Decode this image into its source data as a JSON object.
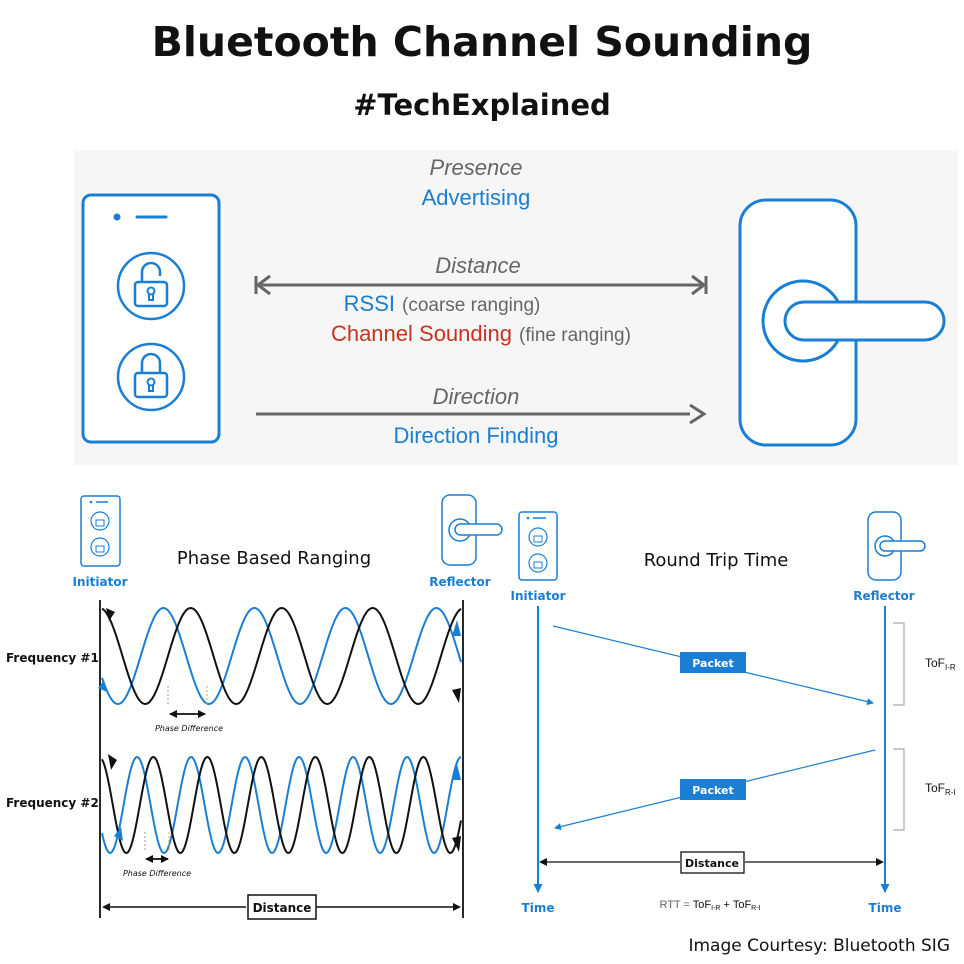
{
  "title": "Bluetooth Channel Sounding",
  "subtitle": "#TechExplained",
  "overview": {
    "presence_label": "Presence",
    "advertising_label": "Advertising",
    "distance_label": "Distance",
    "rssi_label": "RSSI",
    "rssi_note": "(coarse ranging)",
    "cs_label": "Channel Sounding",
    "cs_note": "(fine ranging)",
    "direction_label": "Direction",
    "direction_finding_label": "Direction Finding"
  },
  "phase_ranging": {
    "title": "Phase Based Ranging",
    "initiator_label": "Initiator",
    "reflector_label": "Reflector",
    "freq1_label": "Frequency #1",
    "freq2_label": "Frequency #2",
    "phase_diff_label": "Phase Difference",
    "distance_label": "Distance"
  },
  "round_trip": {
    "title": "Round Trip Time",
    "initiator_label": "Initiator",
    "reflector_label": "Reflector",
    "packet_label": "Packet",
    "tof_ir_main": "ToF",
    "tof_ir_sub": "I-R",
    "tof_ri_main": "ToF",
    "tof_ri_sub": "R-I",
    "distance_label": "Distance",
    "time_label": "Time",
    "rtt_prefix": "RTT = ",
    "rtt_tof1": "ToF",
    "rtt_sub1": "I-R",
    "rtt_plus": " + ",
    "rtt_tof2": "ToF",
    "rtt_sub2": "R-I"
  },
  "credit": "Image Courtesy: Bluetooth SIG",
  "colors": {
    "blue": "#1a7fd4",
    "red": "#c8321f",
    "gray": "#666666",
    "dark": "#111111"
  }
}
